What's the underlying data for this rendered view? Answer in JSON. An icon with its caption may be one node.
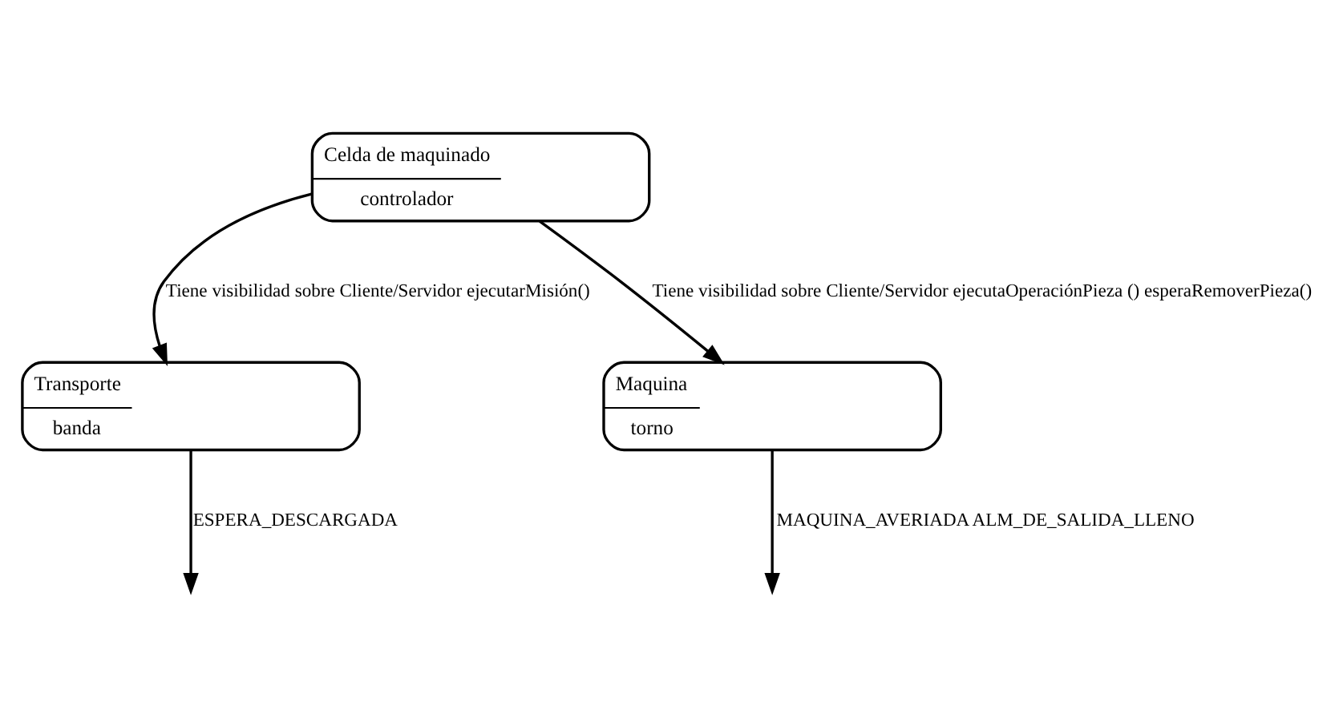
{
  "diagram": {
    "nodes": [
      {
        "text": [
          "Celda de maquinado",
          "controlador"
        ]
      },
      {
        "text": [
          "Transporte",
          "banda"
        ]
      },
      {
        "text": [
          "Maquina",
          "torno"
        ]
      }
    ],
    "edges": [
      {
        "from": 0,
        "to": 1,
        "arrow": "to",
        "label": "Tiene visibilidad sobre Cliente/Servidor ejecutarMisión()"
      },
      {
        "from": 0,
        "to": 2,
        "arrow": "to",
        "label": "Tiene visibilidad sobre Cliente/Servidor ejecutaOperaciónPieza () esperaRemoverPieza()"
      },
      {
        "from": 1,
        "to": null,
        "arrow": "to",
        "label": "ESPERA_DESCARGADA"
      },
      {
        "from": 2,
        "to": null,
        "arrow": "to",
        "label": "MAQUINA_AVERIADA ALM_DE_SALIDA_LLENO"
      }
    ]
  }
}
